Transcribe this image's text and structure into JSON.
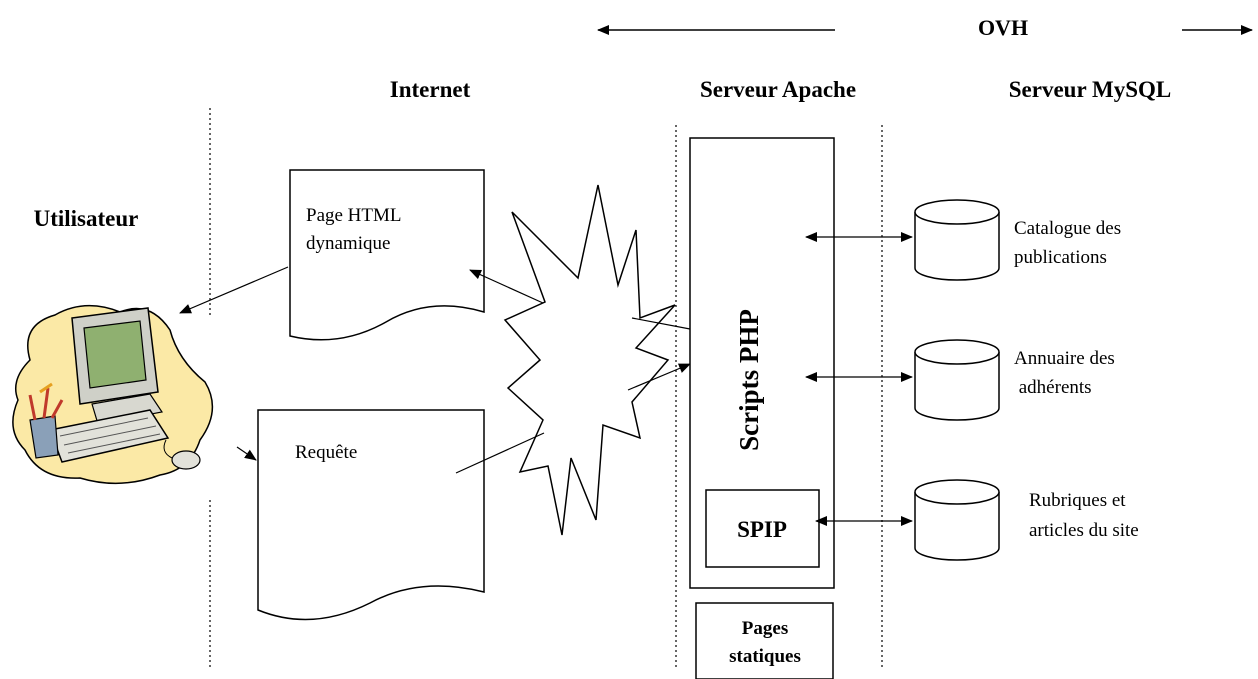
{
  "zones": {
    "ovh": "OVH",
    "internet": "Internet",
    "apache": "Serveur Apache",
    "mysql": "Serveur MySQL",
    "utilisateur": "Utilisateur"
  },
  "documents": {
    "page_html": [
      "Page HTML",
      "dynamique"
    ],
    "requete": "Requête"
  },
  "apache": {
    "scripts_php": "Scripts PHP",
    "spip": "SPIP",
    "pages_statiques": [
      "Pages",
      "statiques"
    ]
  },
  "databases": [
    {
      "label": [
        "Catalogue des",
        "publications"
      ]
    },
    {
      "label": [
        "Annuaire des",
        " adhérents"
      ]
    },
    {
      "label": [
        "Rubriques et",
        "articles du site"
      ]
    }
  ],
  "icons": {
    "user_computer": "computer-icon",
    "internet_burst": "explosion-burst-icon",
    "database": "database-cylinder-icon"
  }
}
